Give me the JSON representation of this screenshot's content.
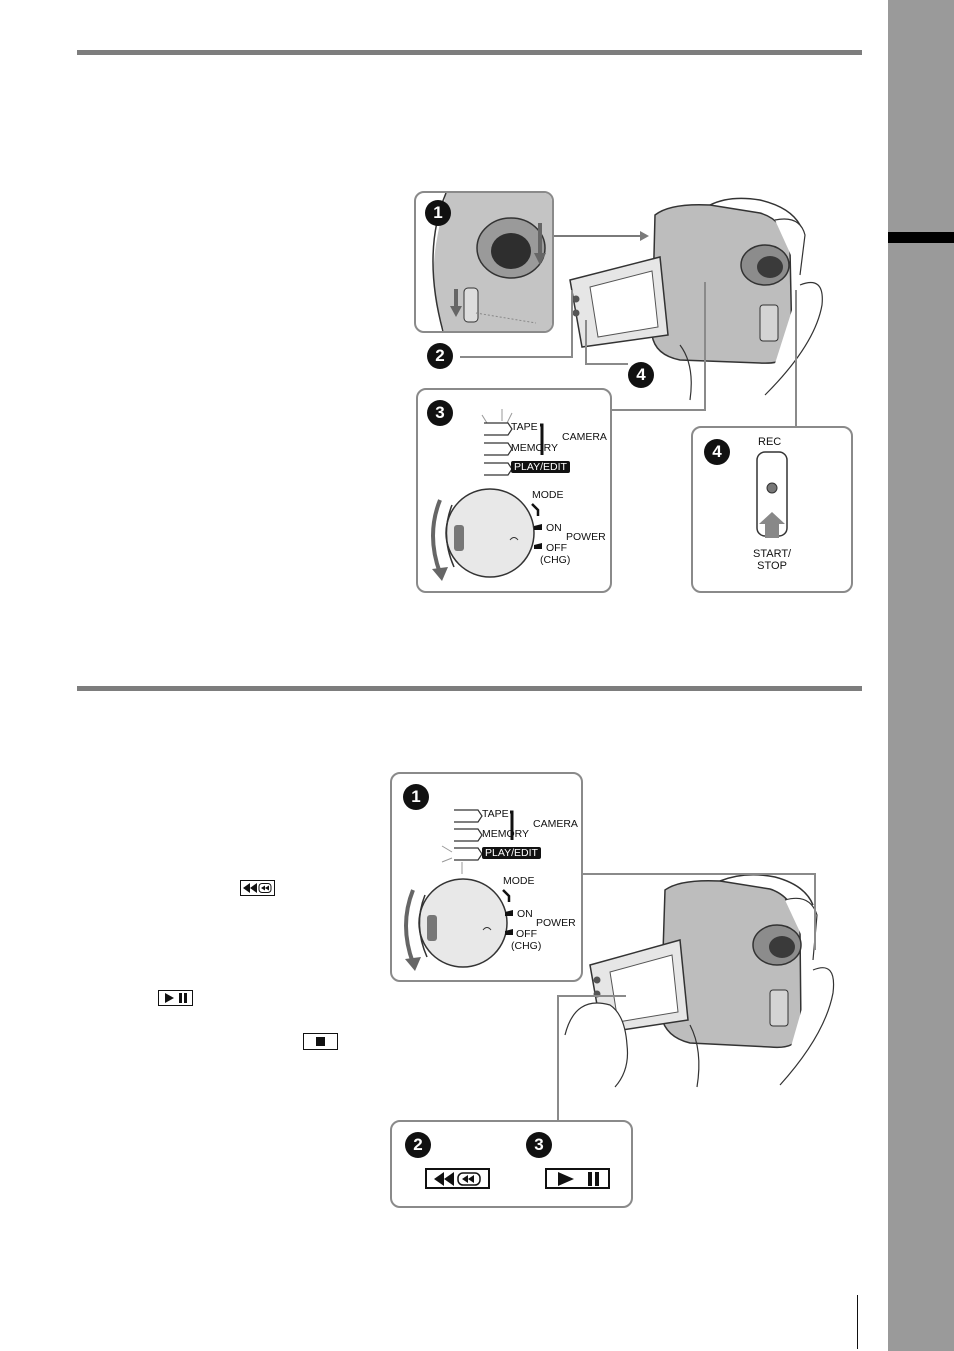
{
  "figure1": {
    "step1": "1",
    "step2": "2",
    "step3": "3",
    "step4a": "4",
    "step4b": "4",
    "switch": {
      "tape": "TAPE",
      "memory": "MEMORY",
      "play_edit": "PLAY/EDIT",
      "camera": "CAMERA",
      "mode": "MODE",
      "on": "ON",
      "power": "POWER",
      "off": "OFF",
      "chg": "(CHG)"
    },
    "rec_panel": {
      "rec": "REC",
      "start_stop": "START/\nSTOP"
    }
  },
  "figure2": {
    "step1": "1",
    "step2": "2",
    "step3": "3",
    "switch": {
      "tape": "TAPE",
      "memory": "MEMORY",
      "play_edit": "PLAY/EDIT",
      "camera": "CAMERA",
      "mode": "MODE",
      "on": "ON",
      "power": "POWER",
      "off": "OFF",
      "chg": "(CHG)"
    }
  },
  "icons": {
    "rewind": "rewind-icon",
    "play_pause": "play-pause-icon",
    "stop": "stop-icon"
  },
  "colors": {
    "rule": "#7d7d7d",
    "side_tab": "#9a9a9a",
    "panel_border": "#8a8a8a"
  }
}
